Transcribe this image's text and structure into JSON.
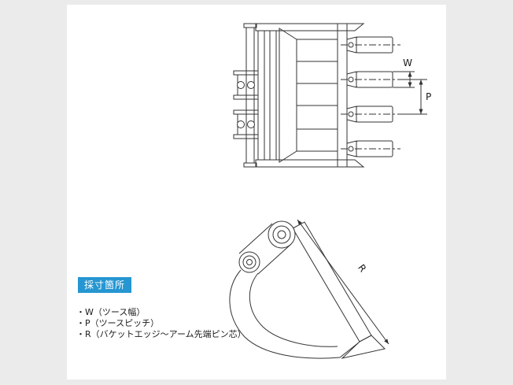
{
  "colors": {
    "page_background": "#ebebeb",
    "canvas_background": "#ffffff",
    "line": "#333333",
    "label_box_bg": "#2596d1",
    "label_box_text": "#ffffff",
    "text": "#1a1a1a"
  },
  "dims": {
    "w": "W",
    "p": "P",
    "r": "R"
  },
  "legend": {
    "title": "採寸箇所",
    "items": [
      "・W（ツース幅）",
      "・P（ツースピッチ）",
      "・R（バケットエッジ～アーム先端ピン芯）"
    ]
  }
}
